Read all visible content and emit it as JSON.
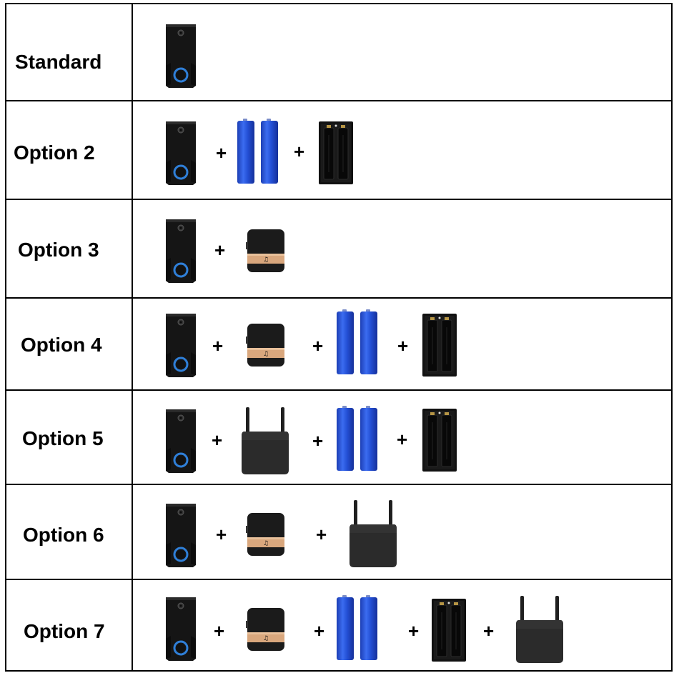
{
  "rows": [
    {
      "label": "Standard",
      "items": [
        "doorbell-camera"
      ]
    },
    {
      "label": "Option 2",
      "items": [
        "doorbell-camera",
        "+",
        "batteries",
        "+",
        "battery-charger"
      ]
    },
    {
      "label": "Option 3",
      "items": [
        "doorbell-camera",
        "+",
        "chime-receiver"
      ]
    },
    {
      "label": "Option 4",
      "items": [
        "doorbell-camera",
        "+",
        "chime-receiver",
        "+",
        "batteries",
        "+",
        "battery-charger"
      ]
    },
    {
      "label": "Option 5",
      "items": [
        "doorbell-camera",
        "+",
        "wifi-repeater",
        "+",
        "batteries",
        "+",
        "battery-charger"
      ]
    },
    {
      "label": "Option 6",
      "items": [
        "doorbell-camera",
        "+",
        "chime-receiver",
        "+",
        "wifi-repeater"
      ]
    },
    {
      "label": "Option 7",
      "items": [
        "doorbell-camera",
        "+",
        "chime-receiver",
        "+",
        "batteries",
        "+",
        "battery-charger",
        "+",
        "wifi-repeater"
      ]
    }
  ],
  "plus_symbol": "+"
}
